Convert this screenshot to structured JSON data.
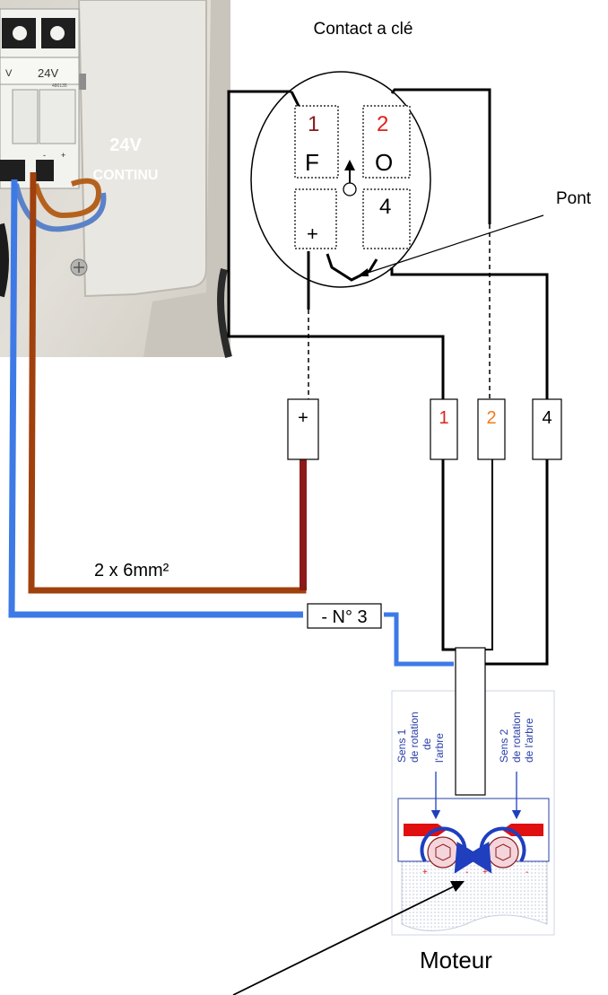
{
  "title": "Contact a clé",
  "photo": {
    "voltage": "24V",
    "current_type": "CONTINU",
    "breaker_text_1": "24V",
    "breaker_text_2": "V",
    "breaker_code": "480135",
    "terminal_minus": "-",
    "terminal_plus": "+"
  },
  "switch": {
    "terminals": [
      {
        "number": "1",
        "letter": "F",
        "number_color": "#8b1a1a"
      },
      {
        "number": "2",
        "letter": "O",
        "number_color": "#e0201b"
      },
      {
        "number": "",
        "letter": "+",
        "number_color": "#000000"
      },
      {
        "number": "",
        "letter": "4",
        "number_color": "#000000"
      }
    ]
  },
  "labels": {
    "pont": "Pont",
    "cable": "2 x 6mm²",
    "neg_terminal": "- N° 3",
    "moteur": "Moteur"
  },
  "connectors": [
    {
      "id": "plus",
      "label": "+",
      "color": "#000000"
    },
    {
      "id": "t1",
      "label": "1",
      "color": "#e0201b"
    },
    {
      "id": "t2",
      "label": "2",
      "color": "#f07a1a"
    },
    {
      "id": "t4",
      "label": "4",
      "color": "#000000"
    }
  ],
  "motor_label": {
    "sens1": [
      "Sens 1",
      "de rotation",
      "de",
      "l'arbre"
    ],
    "sens2": [
      "Sens 2",
      "de rotation",
      "de l'arbre"
    ],
    "plus_sign": "+",
    "minus_sign": "-"
  },
  "colors": {
    "wire_blue": "#3d7ae6",
    "wire_brown": "#a0400d",
    "wire_darkred": "#8b1a1a",
    "label_blue": "#2a3fa8",
    "arrow_red": "#e01010"
  }
}
